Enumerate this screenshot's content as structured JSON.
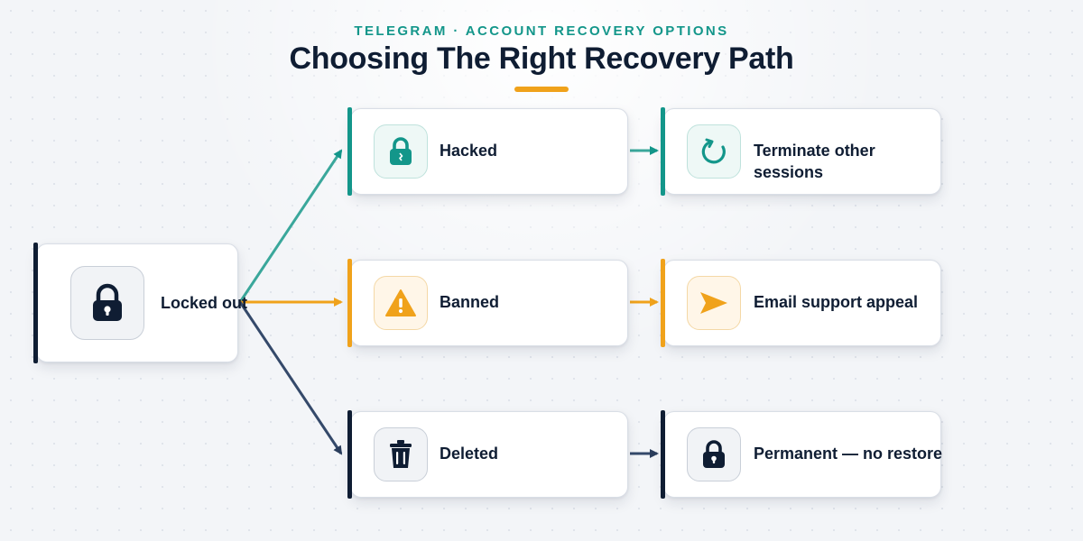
{
  "header": {
    "eyebrow": "TELEGRAM · ACCOUNT RECOVERY OPTIONS",
    "title": "Choosing The Right Recovery Path"
  },
  "colors": {
    "teal": "#13968a",
    "amber": "#f0a21b",
    "navy": "#0f1d33"
  },
  "start_node": {
    "label": "Locked out",
    "icon": "padlock-icon"
  },
  "branches": [
    {
      "label": "Hacked",
      "icon": "padlock-icon",
      "color": "teal",
      "outcome": {
        "label": "Terminate other sessions",
        "label_line1": "Terminate other",
        "label_line2": "sessions",
        "icon": "refresh-icon"
      }
    },
    {
      "label": "Banned",
      "icon": "warning-icon",
      "color": "amber",
      "outcome": {
        "label": "Email support appeal",
        "icon": "send-icon"
      }
    },
    {
      "label": "Deleted",
      "icon": "trash-icon",
      "color": "navy",
      "outcome": {
        "label": "Permanent — no restore",
        "icon": "padlock-icon"
      }
    }
  ]
}
